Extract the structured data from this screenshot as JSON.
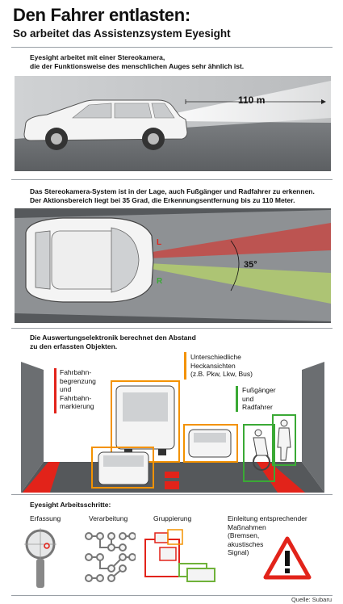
{
  "header": {
    "title": "Den Fahrer entlasten:",
    "subtitle": "So arbeitet das Assistenzsystem Eyesight"
  },
  "section1": {
    "text_line1": "Eyesight arbeitet mit einer Stereokamera,",
    "text_line2": "die der Funktionsweise des menschlichen Auges sehr ähnlich ist.",
    "distance_label": "110 m"
  },
  "section2": {
    "text_line1": "Das Stereokamera-System ist in der Lage, auch Fußgänger und Radfahrer zu erkennen.",
    "text_line2": "Der Aktionsbereich liegt bei 35 Grad, die Erkennungsentfernung bis zu 110 Meter.",
    "left_label": "L",
    "right_label": "R",
    "angle_label": "35°"
  },
  "section3": {
    "text_line1": "Die Auswertungselektronik berechnet den Abstand",
    "text_line2": "zu den erfassten Objekten.",
    "lane_label": [
      "Fahrbahn-",
      "begrenzung",
      "und",
      "Fahrbahn-",
      "markierung"
    ],
    "vehicle_label": [
      "Unterschiedliche",
      "Heckansichten",
      "(z.B. Pkw, Lkw, Bus)"
    ],
    "pedestrian_label": [
      "Fußgänger",
      "und",
      "Radfahrer"
    ]
  },
  "section4": {
    "title": "Eyesight Arbeitsschritte:",
    "steps": [
      {
        "label": "Erfassung"
      },
      {
        "label": "Verarbeitung"
      },
      {
        "label": "Gruppierung"
      },
      {
        "label_lines": [
          "Einleitung entsprechender",
          "Maßnahmen",
          "(Bremsen,",
          "akustisches",
          "Signal)"
        ]
      }
    ]
  },
  "footer": {
    "source": "Quelle: Subaru"
  },
  "colors": {
    "red": "#e2231a",
    "orange": "#f39200",
    "green": "#3aa935",
    "road": "#5a5d60"
  }
}
